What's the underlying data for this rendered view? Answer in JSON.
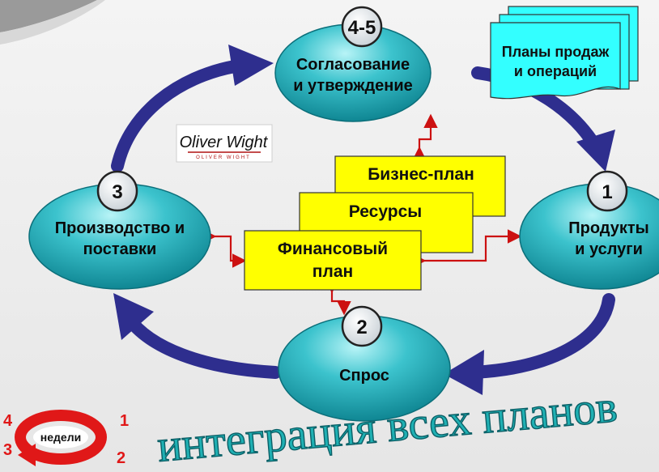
{
  "stages": {
    "top": {
      "number": "4-5",
      "line1": "Согласование",
      "line2": "и утверждение"
    },
    "right": {
      "number": "1",
      "line1": "Продукты",
      "line2": "и услуги"
    },
    "bottom": {
      "number": "2",
      "line1": "Спрос"
    },
    "left": {
      "number": "3",
      "line1": "Производство и",
      "line2": "поставки"
    }
  },
  "plans": {
    "business": "Бизнес-план",
    "resources": "Ресурсы",
    "financial_line1": "Финансовый",
    "financial_line2": "план"
  },
  "document": {
    "line1": "Планы продаж",
    "line2": "и операций"
  },
  "logo": {
    "script": "Oliver Wight",
    "caption": "OLIVER WIGHT"
  },
  "slogan": "интеграция всех планов",
  "weeks": {
    "label": "недели",
    "n1": "1",
    "n2": "2",
    "n3": "3",
    "n4": "4"
  },
  "colors": {
    "cycle_arrow": "#2e2e8e",
    "ellipse": "#1aa9b6",
    "plan_box": "#ffff00",
    "document": "#33ffff",
    "connector": "#cc1111",
    "slogan": "#1fb0b3",
    "weeks_ring": "#e01818"
  }
}
